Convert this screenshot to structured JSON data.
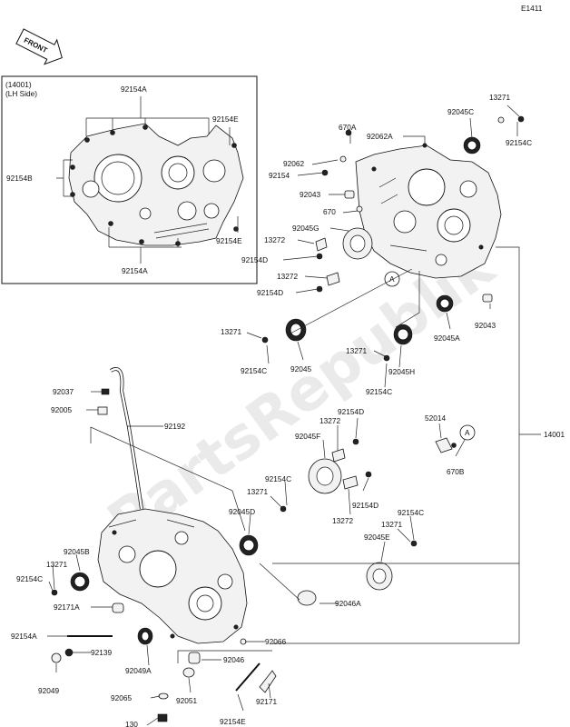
{
  "page_code": "E1411",
  "front_badge": "FRONT",
  "watermark": "PartsRepublik",
  "inset": {
    "title_number": "(14001)",
    "title_side": "(LH Side)",
    "labels": {
      "a_top": "92154A",
      "e_top": "92154E",
      "b_left": "92154B",
      "e_right": "92154E",
      "a_bottom": "92154A"
    }
  },
  "callout_A": "A",
  "labels": {
    "p13271_top": "13271",
    "p92045C": "92045C",
    "p92154C_tr": "92154C",
    "p670A": "670A",
    "p92062A": "92062A",
    "p92062": "92062",
    "p92154": "92154",
    "p92043_top": "92043",
    "p670": "670",
    "p92045G": "92045G",
    "p13272_a": "13272",
    "p92154D_a": "92154D",
    "p13272_b": "13272",
    "p92154D_b": "92154D",
    "p92043_r": "92043",
    "p13271_m": "13271",
    "p92045A": "92045A",
    "p13271_l": "13271",
    "p92154C_l": "92154C",
    "p92045": "92045",
    "p92045H": "92045H",
    "p92154C_m": "92154C",
    "p92037": "92037",
    "p92005": "92005",
    "p92192": "92192",
    "p92154D_c": "92154D",
    "p13272_c": "13272",
    "p92045F": "92045F",
    "p52014": "52014",
    "p14001": "14001",
    "p670B": "670B",
    "p92154C_c": "92154C",
    "p13271_c": "13271",
    "p92154D_d": "92154D",
    "p13272_d": "13272",
    "p92045D": "92045D",
    "p92154C_d": "92154C",
    "p13271_d": "13271",
    "p92045E": "92045E",
    "p92045B": "92045B",
    "p13271_e": "13271",
    "p92154C_e": "92154C",
    "p92171A": "92171A",
    "p92046A": "92046A",
    "p92154A": "92154A",
    "p92139": "92139",
    "p92066": "92066",
    "p92049A": "92049A",
    "p92046": "92046",
    "p92049": "92049",
    "p92065": "92065",
    "p92051": "92051",
    "p92171": "92171",
    "p130": "130",
    "p92154E": "92154E"
  }
}
